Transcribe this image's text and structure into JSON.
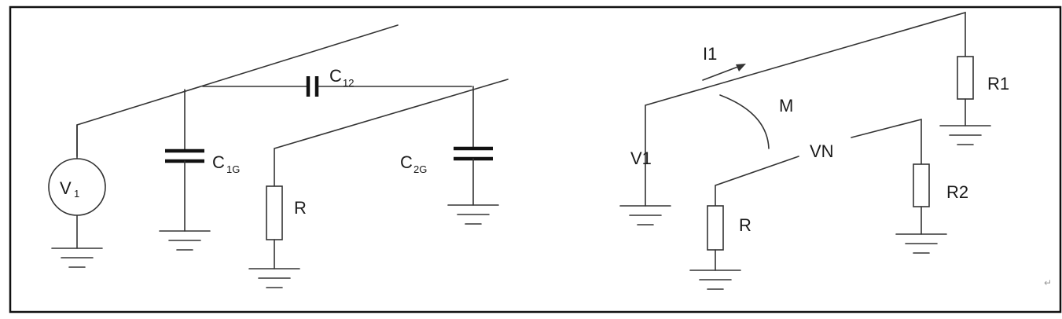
{
  "left_circuit": {
    "source_label": "V",
    "source_sub": "1",
    "c1g_main": "C",
    "c1g_sub": "1G",
    "c12_main": "C",
    "c12_sub": "12",
    "c2g_main": "C",
    "c2g_sub": "2G",
    "r_label": "R"
  },
  "right_circuit": {
    "current_label": "I1",
    "r1_label": "R1",
    "mutual_label": "M",
    "v1_label": "V1",
    "vn_label": "VN",
    "r2_label": "R2",
    "r_label": "R"
  },
  "mark": "↵"
}
